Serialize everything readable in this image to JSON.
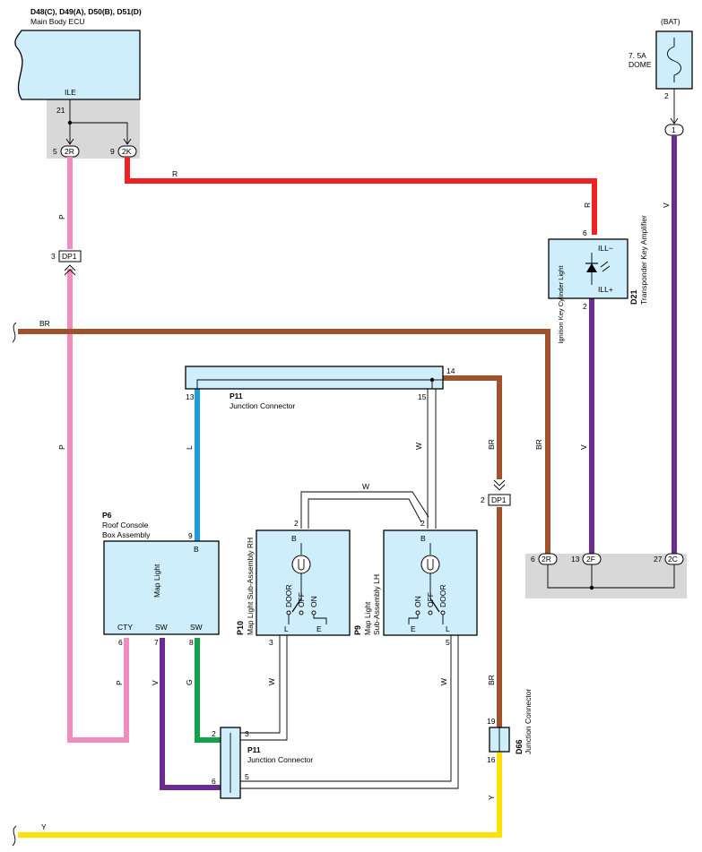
{
  "colors": {
    "red": "#ee2222",
    "pink": "#f08cbe",
    "brown": "#a0522d",
    "blue": "#1a9ee2",
    "green": "#11a34a",
    "violet": "#6a2c91",
    "yellow": "#ffe000",
    "white_wire": "#ffffff",
    "component_fill": "#cdeefa",
    "ground_fill": "#d8d8d8"
  },
  "ecu": {
    "code": "D48(C), D49(A), D50(B), D51(D)",
    "name": "Main Body ECU",
    "terminal": "ILE",
    "pin_21": "21",
    "conn_left_num": "5",
    "conn_left_id": "2R",
    "conn_right_num": "9",
    "conn_right_id": "2K"
  },
  "fuse": {
    "header": "(BAT)",
    "rating": "7. 5A",
    "name": "DOME",
    "pin": "2",
    "conn": "1"
  },
  "wires": {
    "red_label": "R",
    "red_label2": "R",
    "pink_label": "P",
    "pink_label2": "P",
    "pink_label3": "P",
    "brown_label": "BR",
    "brown_label2": "BR",
    "brown_label3": "BR",
    "brown_label4": "BR",
    "violet_label": "V",
    "violet_label2": "V",
    "violet_label3": "V",
    "blue_label": "L",
    "green_label": "G",
    "white_label_top": "W",
    "white_label_p11": "W",
    "white_label_rh": "W",
    "white_label_lh": "W",
    "yellow_label": "Y",
    "yellow_label2": "Y"
  },
  "dp1_top": {
    "num": "3",
    "id": "DP1"
  },
  "dp1_mid": {
    "num": "2",
    "id": "DP1"
  },
  "d21": {
    "code": "D21",
    "name": "Transponder Key Amplifier",
    "light_label": "Ignition Key Cylinder Light",
    "pin_top": "6",
    "pin_bottom": "2",
    "term_minus": "ILL−",
    "term_plus": "ILL+"
  },
  "p11_top": {
    "code": "P11",
    "name": "Junction Connector",
    "pin_13": "13",
    "pin_14": "14",
    "pin_15": "15"
  },
  "p6": {
    "code": "P6",
    "name_line1": "Roof Console",
    "name_line2": "Box Assembly",
    "inner": "Map Light",
    "pin_9": "9",
    "term_b": "B",
    "term_cty": "CTY",
    "term_sw1": "SW",
    "term_sw2": "SW",
    "pin_6": "6",
    "pin_7": "7",
    "pin_8": "8"
  },
  "p10": {
    "code": "P10",
    "name": "Map Light Sub-Assembly RH",
    "pin_top": "2",
    "term_b": "B",
    "sw_door": "DOOR",
    "sw_off": "OFF",
    "sw_on": "ON",
    "term_l": "L",
    "term_e": "E",
    "pin_bottom": "3"
  },
  "p9": {
    "code": "P9",
    "name_line1": "Map Light",
    "name_line2": "Sub-Assembly LH",
    "pin_top": "2",
    "term_b": "B",
    "sw_on": "ON",
    "sw_off": "OFF",
    "sw_door": "DOOR",
    "term_e": "E",
    "term_l": "L",
    "pin_bottom": "5"
  },
  "p11_bottom": {
    "code": "P11",
    "name": "Junction Connector",
    "pin_2": "2",
    "pin_3": "3",
    "pin_6": "6",
    "pin_5": "5"
  },
  "d66": {
    "code": "D66",
    "name": "Junction Connector",
    "pin_top": "19",
    "pin_bottom": "16"
  },
  "ground_block": {
    "n1": "6",
    "c1": "2R",
    "n2": "13",
    "c2": "2F",
    "n3": "27",
    "c3": "2C"
  }
}
